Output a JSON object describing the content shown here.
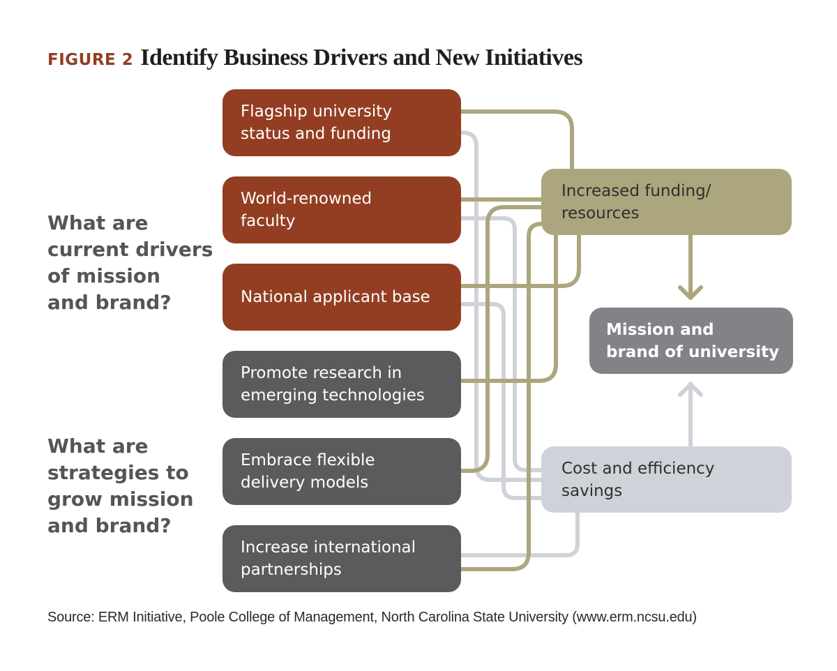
{
  "figure": {
    "label": "FIGURE 2",
    "title": "Identify Business Drivers and New Initiatives"
  },
  "questions": {
    "drivers": "What are\ncurrent drivers\nof mission\nand brand?",
    "strategies": "What are\nstrategies to\ngrow mission\nand brand?"
  },
  "drivers": [
    {
      "label": "Flagship university\nstatus and funding"
    },
    {
      "label": "World-renowned\nfaculty"
    },
    {
      "label": "National applicant base"
    }
  ],
  "strategies": [
    {
      "label": "Promote research in\nemerging technologies"
    },
    {
      "label": "Embrace flexible\ndelivery models"
    },
    {
      "label": "Increase international\npartnerships"
    }
  ],
  "outcomes": {
    "funding": "Increased funding/\nresources",
    "mission": "Mission and\nbrand of university",
    "savings": "Cost and efficiency\nsavings"
  },
  "source": "Source: ERM Initiative, Poole College of Management, North Carolina State University (www.erm.ncsu.edu)",
  "colors": {
    "driver_box": "#933e22",
    "strategy_box": "#5b5b5d",
    "funding_box": "#aba67d",
    "mission_box": "#828287",
    "savings_box": "#cfd2d8",
    "funding_line": "#aca67d",
    "savings_line": "#cfd2d8"
  }
}
